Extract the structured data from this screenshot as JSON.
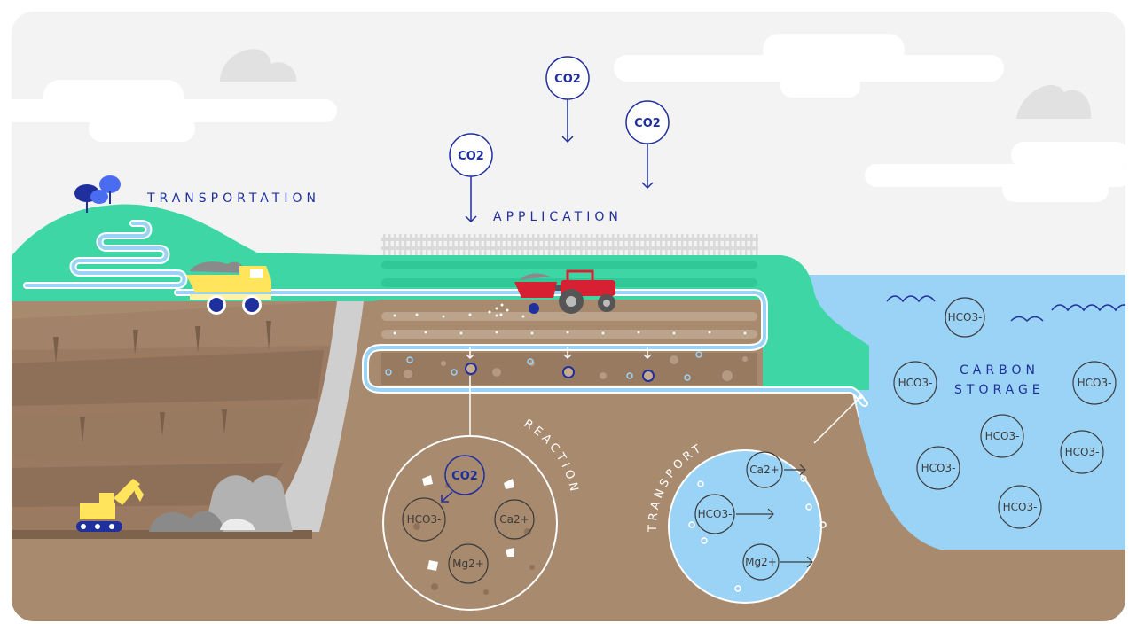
{
  "labels": {
    "transportation": "TRANSPORTATION",
    "application": "APPLICATION",
    "carbon_storage_line1": "CARBON",
    "carbon_storage_line2": "STORAGE",
    "reaction": "REACTION",
    "transport": "TRANSPORT"
  },
  "molecules": {
    "co2": "CO2",
    "bicarbonate": "HCO3-",
    "calcium": "Ca2+",
    "magnesium": "Mg2+"
  },
  "colors": {
    "sky": "#f3f3f3",
    "grass": "#3fd6a6",
    "soil": "#a88a6e",
    "soil_dark": "#8f7259",
    "water": "#9ad3f5",
    "accent": "#1f2f9e",
    "truck": "#ffe45c",
    "tractor": "#d82033"
  }
}
